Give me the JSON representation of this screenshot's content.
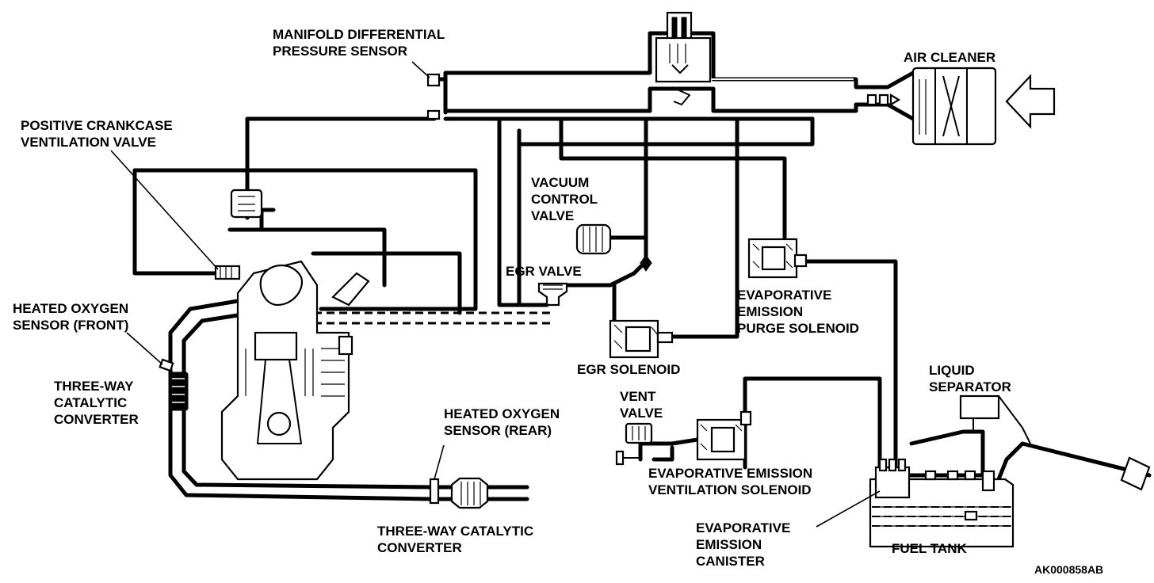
{
  "labels": {
    "manifold_sensor": [
      "MANIFOLD DIFFERENTIAL",
      "PRESSURE SENSOR"
    ],
    "air_cleaner": [
      "AIR CLEANER"
    ],
    "pcv_valve": [
      "POSITIVE CRANKCASE",
      "VENTILATION VALVE"
    ],
    "vacuum_control_valve": [
      "VACUUM",
      "CONTROL",
      "VALVE"
    ],
    "egr_valve": [
      "EGR VALVE"
    ],
    "purge_solenoid": [
      "EVAPORATIVE",
      "EMISSION",
      "PURGE SOLENOID"
    ],
    "ho2s_front": [
      "HEATED OXYGEN",
      "SENSOR (FRONT)"
    ],
    "egr_solenoid": [
      "EGR SOLENOID"
    ],
    "three_way_front": [
      "THREE-WAY",
      "CATALYTIC",
      "CONVERTER"
    ],
    "liquid_separator": [
      "LIQUID",
      "SEPARATOR"
    ],
    "vent_valve": [
      "VENT",
      "VALVE"
    ],
    "ho2s_rear": [
      "HEATED OXYGEN",
      "SENSOR (REAR)"
    ],
    "ventilation_solenoid": [
      "EVAPORATIVE EMISSION",
      "VENTILATION SOLENOID"
    ],
    "three_way_rear": [
      "THREE-WAY CATALYTIC",
      "CONVERTER"
    ],
    "canister": [
      "EVAPORATIVE",
      "EMISSION",
      "CANISTER"
    ],
    "fuel_tank": [
      "FUEL TANK"
    ],
    "figure_code": "AK000858AB"
  }
}
